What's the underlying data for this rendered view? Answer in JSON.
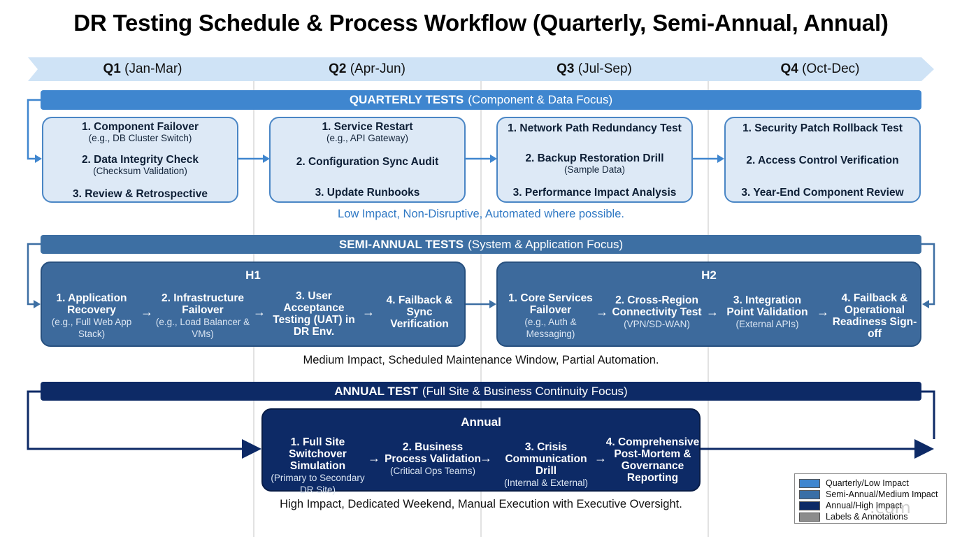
{
  "title": "DR Testing Schedule & Process Workflow (Quarterly, Semi-Annual, Annual)",
  "quarters": [
    {
      "code": "Q1",
      "range": "(Jan-Mar)"
    },
    {
      "code": "Q2",
      "range": "(Apr-Jun)"
    },
    {
      "code": "Q3",
      "range": "(Jul-Sep)"
    },
    {
      "code": "Q4",
      "range": "(Oct-Dec)"
    }
  ],
  "quarterly": {
    "band_bold": "QUARTERLY TESTS",
    "band_rest": "(Component & Data Focus)",
    "boxes": [
      {
        "steps": [
          {
            "title": "1. Component Failover",
            "sub": "(e.g., DB Cluster Switch)"
          },
          {
            "title": "2. Data Integrity Check",
            "sub": "(Checksum Validation)"
          },
          {
            "title": "3. Review & Retrospective",
            "sub": ""
          }
        ]
      },
      {
        "steps": [
          {
            "title": "1. Service Restart",
            "sub": "(e.g., API Gateway)"
          },
          {
            "title": "2. Configuration Sync Audit",
            "sub": ""
          },
          {
            "title": "3. Update Runbooks",
            "sub": ""
          }
        ]
      },
      {
        "steps": [
          {
            "title": "1. Network Path Redundancy Test",
            "sub": ""
          },
          {
            "title": "2. Backup Restoration Drill",
            "sub": "(Sample Data)"
          },
          {
            "title": "3. Performance Impact Analysis",
            "sub": ""
          }
        ]
      },
      {
        "steps": [
          {
            "title": "1. Security Patch Rollback Test",
            "sub": ""
          },
          {
            "title": "2. Access Control Verification",
            "sub": ""
          },
          {
            "title": "3. Year-End Component Review",
            "sub": ""
          }
        ]
      }
    ],
    "impact": "Low Impact, Non-Disruptive, Automated where possible."
  },
  "semiannual": {
    "band_bold": "SEMI-ANNUAL TESTS",
    "band_rest": "(System & Application Focus)",
    "h1": {
      "label": "H1",
      "steps": [
        {
          "title": "1. Application Recovery",
          "sub": "(e.g., Full Web App Stack)"
        },
        {
          "title": "2. Infrastructure Failover",
          "sub": "(e.g., Load Balancer & VMs)"
        },
        {
          "title": "3. User Acceptance Testing (UAT) in DR Env.",
          "sub": ""
        },
        {
          "title": "4. Failback & Sync Verification",
          "sub": ""
        }
      ]
    },
    "h2": {
      "label": "H2",
      "steps": [
        {
          "title": "1. Core Services Failover",
          "sub": "(e.g., Auth & Messaging)"
        },
        {
          "title": "2. Cross-Region Connectivity Test",
          "sub": "(VPN/SD-WAN)"
        },
        {
          "title": "3. Integration Point Validation",
          "sub": "(External APIs)"
        },
        {
          "title": "4. Failback & Operational Readiness Sign-off",
          "sub": ""
        }
      ]
    },
    "arrow": "→",
    "impact": "Medium Impact, Scheduled Maintenance Window, Partial Automation."
  },
  "annual": {
    "band_bold": "ANNUAL TEST",
    "band_rest": "(Full Site & Business Continuity Focus)",
    "label": "Annual",
    "steps": [
      {
        "title": "1. Full Site Switchover Simulation",
        "sub": "(Primary to Secondary DR Site)"
      },
      {
        "title": "2. Business Process Validation",
        "sub": "(Critical Ops Teams)"
      },
      {
        "title": "3. Crisis Communication Drill",
        "sub": "(Internal & External)"
      },
      {
        "title": "4. Comprehensive Post-Mortem & Governance Reporting",
        "sub": ""
      }
    ],
    "arrow": "→",
    "impact": "High Impact, Dedicated Weekend, Manual Execution with Executive Oversight."
  },
  "legend": [
    {
      "label": "Quarterly/Low Impact",
      "color": "#3f86cf"
    },
    {
      "label": "Semi-Annual/Medium Impact",
      "color": "#3a6fa6"
    },
    {
      "label": "Annual/High Impact",
      "color": "#0d2a66"
    },
    {
      "label": "Labels & Annotations",
      "color": "#8c8c8c"
    }
  ],
  "watermark": ".com",
  "colors": {
    "quarterly_band": "#3f86cf",
    "quarterly_box": "#dde9f6",
    "semiannual_band": "#3d6fa3",
    "semiannual_panel": "#3d6a9c",
    "annual_band": "#0d2a66",
    "annual_panel": "#0d2a66",
    "timeline": "#cfe3f6"
  }
}
